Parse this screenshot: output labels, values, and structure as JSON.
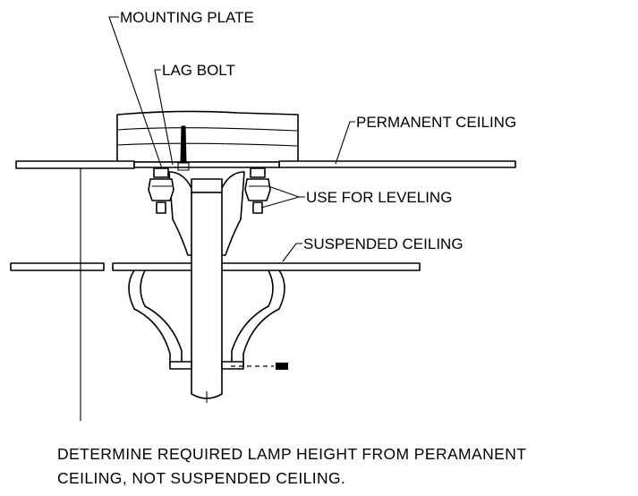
{
  "labels": {
    "mounting_plate": "MOUNTING PLATE",
    "lag_bolt": "LAG BOLT",
    "permanent_ceiling": "PERMANENT CEILING",
    "use_for_leveling": "USE FOR LEVELING",
    "suspended_ceiling": "SUSPENDED CEILING"
  },
  "note": {
    "line1": "DETERMINE REQUIRED LAMP HEIGHT FROM PERAMANENT",
    "line2": "CEILING, NOT SUSPENDED CEILING."
  },
  "colors": {
    "ink": "#000000",
    "paper": "#ffffff"
  }
}
